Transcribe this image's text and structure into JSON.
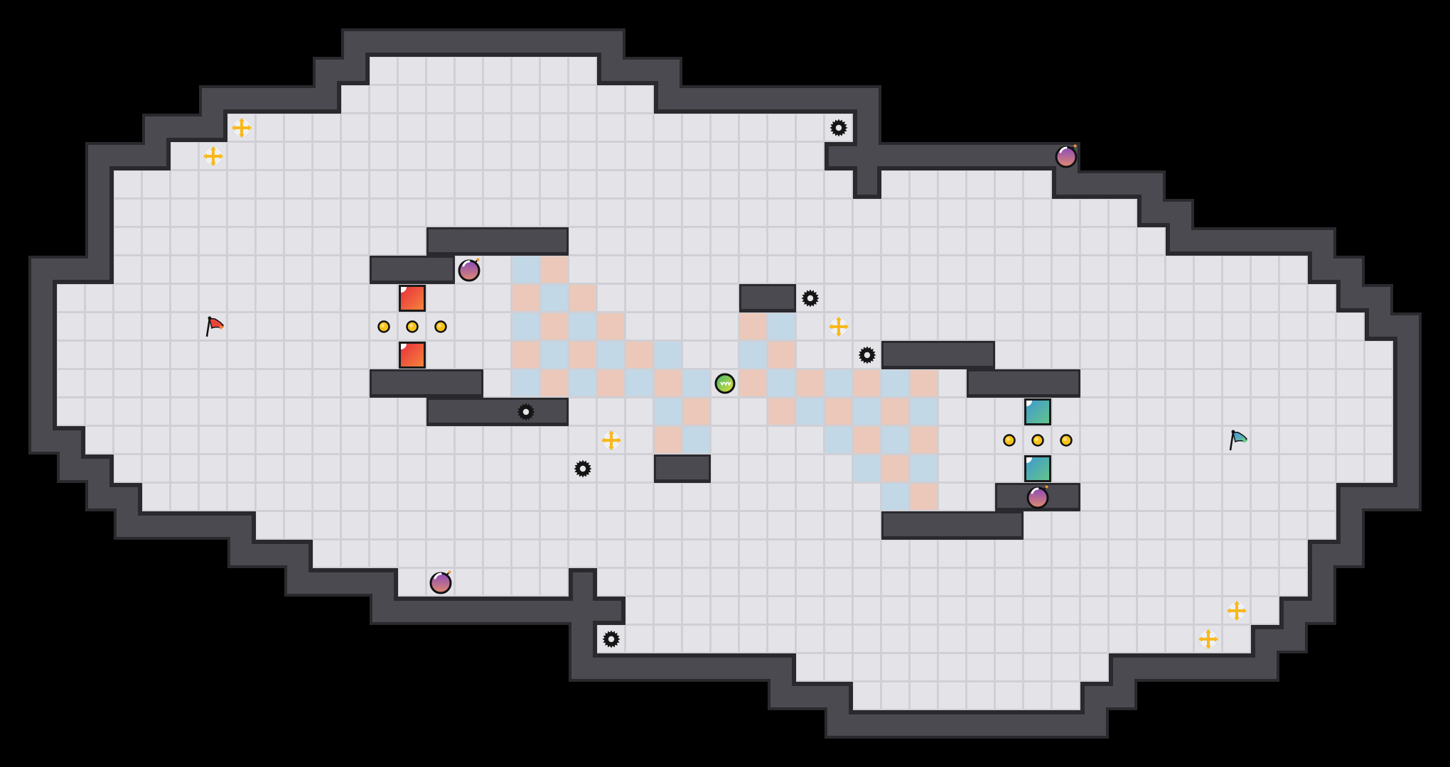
{
  "level": {
    "colors": {
      "background": "#000000",
      "wall": "#4a4a50",
      "wall_edge": "#2a2a2e",
      "floor": "#e4e4e8",
      "floor_line": "#cfcfd5",
      "tile_blue": "#c3d8e6",
      "tile_salmon": "#ebc8ba",
      "red_block": "#ee4a3c",
      "teal_block": "#4fae9c",
      "coin": "#f6c21a",
      "cross": "#f9b91d",
      "bomb": "#9a5aa8",
      "player": "#7cc84a"
    },
    "floor_rows": [
      {
        "row": 0,
        "spans": [
          [
            11,
            18
          ]
        ]
      },
      {
        "row": 1,
        "spans": [
          [
            10,
            20
          ]
        ]
      },
      {
        "row": 2,
        "spans": [
          [
            6,
            27
          ]
        ]
      },
      {
        "row": 3,
        "spans": [
          [
            4,
            26
          ]
        ]
      },
      {
        "row": 4,
        "spans": [
          [
            2,
            27
          ],
          [
            29,
            34
          ]
        ]
      },
      {
        "row": 5,
        "spans": [
          [
            2,
            37
          ]
        ]
      },
      {
        "row": 6,
        "spans": [
          [
            2,
            38
          ]
        ]
      },
      {
        "row": 7,
        "spans": [
          [
            2,
            43
          ]
        ]
      },
      {
        "row": 8,
        "spans": [
          [
            0,
            44
          ]
        ]
      },
      {
        "row": 9,
        "spans": [
          [
            0,
            45
          ]
        ]
      },
      {
        "row": 10,
        "spans": [
          [
            0,
            46
          ]
        ]
      },
      {
        "row": 11,
        "spans": [
          [
            0,
            46
          ]
        ]
      },
      {
        "row": 12,
        "spans": [
          [
            0,
            46
          ]
        ]
      },
      {
        "row": 13,
        "spans": [
          [
            1,
            46
          ]
        ]
      },
      {
        "row": 14,
        "spans": [
          [
            2,
            46
          ]
        ]
      },
      {
        "row": 15,
        "spans": [
          [
            3,
            44
          ]
        ]
      },
      {
        "row": 16,
        "spans": [
          [
            7,
            44
          ]
        ]
      },
      {
        "row": 17,
        "spans": [
          [
            9,
            43
          ]
        ]
      },
      {
        "row": 18,
        "spans": [
          [
            12,
            17
          ],
          [
            19,
            43
          ]
        ]
      },
      {
        "row": 19,
        "spans": [
          [
            20,
            42
          ]
        ]
      },
      {
        "row": 20,
        "spans": [
          [
            19,
            41
          ]
        ]
      },
      {
        "row": 21,
        "spans": [
          [
            26,
            36
          ]
        ]
      },
      {
        "row": 22,
        "spans": [
          [
            28,
            35
          ]
        ]
      }
    ],
    "inner_walls": [
      {
        "cells": [
          [
            13,
            6
          ],
          [
            14,
            6
          ],
          [
            15,
            6
          ],
          [
            16,
            6
          ],
          [
            17,
            6
          ]
        ]
      },
      {
        "cells": [
          [
            11,
            7
          ],
          [
            12,
            7
          ],
          [
            13,
            7
          ]
        ]
      },
      {
        "cells": [
          [
            11,
            11
          ],
          [
            12,
            11
          ],
          [
            13,
            11
          ],
          [
            14,
            11
          ]
        ]
      },
      {
        "cells": [
          [
            13,
            12
          ],
          [
            14,
            12
          ],
          [
            15,
            12
          ],
          [
            16,
            12
          ],
          [
            17,
            12
          ]
        ]
      },
      {
        "cells": [
          [
            24,
            8
          ],
          [
            25,
            8
          ]
        ]
      },
      {
        "cells": [
          [
            21,
            14
          ],
          [
            22,
            14
          ]
        ]
      },
      {
        "cells": [
          [
            29,
            10
          ],
          [
            30,
            10
          ],
          [
            31,
            10
          ],
          [
            32,
            10
          ]
        ]
      },
      {
        "cells": [
          [
            32,
            11
          ],
          [
            33,
            11
          ],
          [
            34,
            11
          ],
          [
            35,
            11
          ]
        ]
      },
      {
        "cells": [
          [
            33,
            15
          ],
          [
            34,
            15
          ],
          [
            35,
            15
          ]
        ]
      },
      {
        "cells": [
          [
            29,
            16
          ],
          [
            30,
            16
          ],
          [
            31,
            16
          ],
          [
            32,
            16
          ],
          [
            33,
            16
          ]
        ]
      }
    ],
    "checker_tiles": [
      [
        16,
        7,
        "b"
      ],
      [
        17,
        7,
        "s"
      ],
      [
        16,
        8,
        "s"
      ],
      [
        17,
        8,
        "b"
      ],
      [
        18,
        8,
        "s"
      ],
      [
        16,
        9,
        "b"
      ],
      [
        17,
        9,
        "s"
      ],
      [
        18,
        9,
        "b"
      ],
      [
        19,
        9,
        "s"
      ],
      [
        24,
        9,
        "s"
      ],
      [
        25,
        9,
        "b"
      ],
      [
        16,
        10,
        "s"
      ],
      [
        17,
        10,
        "b"
      ],
      [
        18,
        10,
        "s"
      ],
      [
        19,
        10,
        "b"
      ],
      [
        20,
        10,
        "s"
      ],
      [
        21,
        10,
        "b"
      ],
      [
        24,
        10,
        "b"
      ],
      [
        25,
        10,
        "s"
      ],
      [
        16,
        11,
        "b"
      ],
      [
        17,
        11,
        "s"
      ],
      [
        18,
        11,
        "b"
      ],
      [
        19,
        11,
        "s"
      ],
      [
        20,
        11,
        "b"
      ],
      [
        21,
        11,
        "s"
      ],
      [
        22,
        11,
        "b"
      ],
      [
        24,
        11,
        "s"
      ],
      [
        25,
        11,
        "b"
      ],
      [
        26,
        11,
        "s"
      ],
      [
        27,
        11,
        "b"
      ],
      [
        28,
        11,
        "s"
      ],
      [
        29,
        11,
        "b"
      ],
      [
        30,
        11,
        "s"
      ],
      [
        21,
        12,
        "b"
      ],
      [
        22,
        12,
        "s"
      ],
      [
        25,
        12,
        "s"
      ],
      [
        26,
        12,
        "b"
      ],
      [
        27,
        12,
        "s"
      ],
      [
        28,
        12,
        "b"
      ],
      [
        29,
        12,
        "s"
      ],
      [
        30,
        12,
        "b"
      ],
      [
        21,
        13,
        "s"
      ],
      [
        22,
        13,
        "b"
      ],
      [
        27,
        13,
        "b"
      ],
      [
        28,
        13,
        "s"
      ],
      [
        29,
        13,
        "b"
      ],
      [
        30,
        13,
        "s"
      ],
      [
        28,
        14,
        "b"
      ],
      [
        29,
        14,
        "s"
      ],
      [
        30,
        14,
        "b"
      ],
      [
        29,
        15,
        "b"
      ],
      [
        30,
        15,
        "s"
      ]
    ],
    "entities": [
      {
        "type": "player",
        "icon": "player-ball-icon",
        "cell": [
          23,
          11
        ]
      },
      {
        "type": "flag",
        "icon": "red-flag-icon",
        "color": "#e8453a",
        "cell": [
          5,
          9
        ]
      },
      {
        "type": "flag",
        "icon": "blue-flag-icon",
        "color": "#5aa6d0",
        "cell": [
          41,
          13
        ]
      },
      {
        "type": "block",
        "icon": "red-block-icon",
        "color": "#ee4a3c",
        "cell": [
          12,
          8
        ]
      },
      {
        "type": "block",
        "icon": "red-block-icon",
        "color": "#ee4a3c",
        "cell": [
          12,
          10
        ]
      },
      {
        "type": "block",
        "icon": "teal-block-icon",
        "color": "#4fae9c",
        "cell": [
          34,
          12
        ]
      },
      {
        "type": "block",
        "icon": "teal-block-icon",
        "color": "#4fae9c",
        "cell": [
          34,
          14
        ]
      },
      {
        "type": "coin",
        "icon": "coin-icon",
        "cell": [
          11,
          9
        ]
      },
      {
        "type": "coin",
        "icon": "coin-icon",
        "cell": [
          12,
          9
        ]
      },
      {
        "type": "coin",
        "icon": "coin-icon",
        "cell": [
          13,
          9
        ]
      },
      {
        "type": "coin",
        "icon": "coin-icon",
        "cell": [
          33,
          13
        ]
      },
      {
        "type": "coin",
        "icon": "coin-icon",
        "cell": [
          34,
          13
        ]
      },
      {
        "type": "coin",
        "icon": "coin-icon",
        "cell": [
          35,
          13
        ]
      },
      {
        "type": "cross",
        "icon": "move-cross-icon",
        "cell": [
          6,
          2
        ]
      },
      {
        "type": "cross",
        "icon": "move-cross-icon",
        "cell": [
          5,
          3
        ]
      },
      {
        "type": "cross",
        "icon": "move-cross-icon",
        "cell": [
          19,
          13
        ]
      },
      {
        "type": "cross",
        "icon": "move-cross-icon",
        "cell": [
          27,
          9
        ]
      },
      {
        "type": "cross",
        "icon": "move-cross-icon",
        "cell": [
          41,
          19
        ]
      },
      {
        "type": "cross",
        "icon": "move-cross-icon",
        "cell": [
          40,
          20
        ]
      },
      {
        "type": "gear",
        "icon": "saw-gear-icon",
        "cell": [
          27,
          2
        ]
      },
      {
        "type": "gear",
        "icon": "saw-gear-icon",
        "cell": [
          26,
          8
        ]
      },
      {
        "type": "gear",
        "icon": "saw-gear-icon",
        "cell": [
          28,
          10
        ]
      },
      {
        "type": "gear",
        "icon": "saw-gear-icon",
        "cell": [
          16,
          12
        ]
      },
      {
        "type": "gear",
        "icon": "saw-gear-icon",
        "cell": [
          18,
          14
        ]
      },
      {
        "type": "gear",
        "icon": "saw-gear-icon",
        "cell": [
          19,
          20
        ]
      },
      {
        "type": "bomb",
        "icon": "bomb-icon",
        "cell": [
          35,
          3
        ]
      },
      {
        "type": "bomb",
        "icon": "bomb-icon",
        "cell": [
          14,
          7
        ]
      },
      {
        "type": "bomb",
        "icon": "bomb-icon",
        "cell": [
          34,
          15
        ]
      },
      {
        "type": "bomb",
        "icon": "bomb-icon",
        "cell": [
          13,
          18
        ]
      }
    ]
  }
}
